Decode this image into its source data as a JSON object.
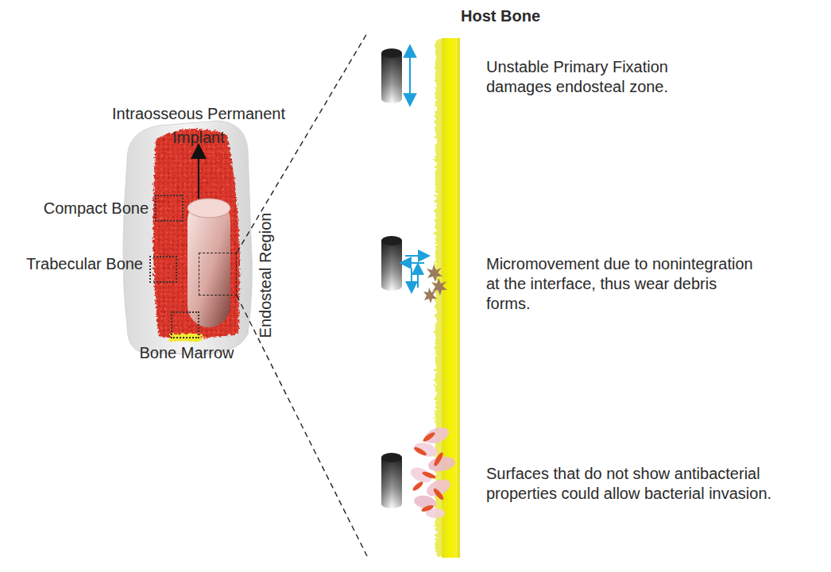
{
  "diagram": {
    "nodes": [
      {
        "text": [
          "Compact Bone"
        ]
      },
      {
        "text": [
          "Trabecular Bone"
        ]
      },
      {
        "text": [
          "Bone Marrow"
        ]
      },
      {
        "text": [
          "Endosteal Region"
        ]
      }
    ],
    "labels": [
      "Host Bone",
      "Intraosseous Permanent Implant",
      "Unstable Primary Fixation damages endosteal zone.",
      "Micromovement due to nonintegration at the interface, thus wear debris forms.",
      "Surfaces that do not show antibacterial properties could allow bacterial invasion."
    ]
  }
}
